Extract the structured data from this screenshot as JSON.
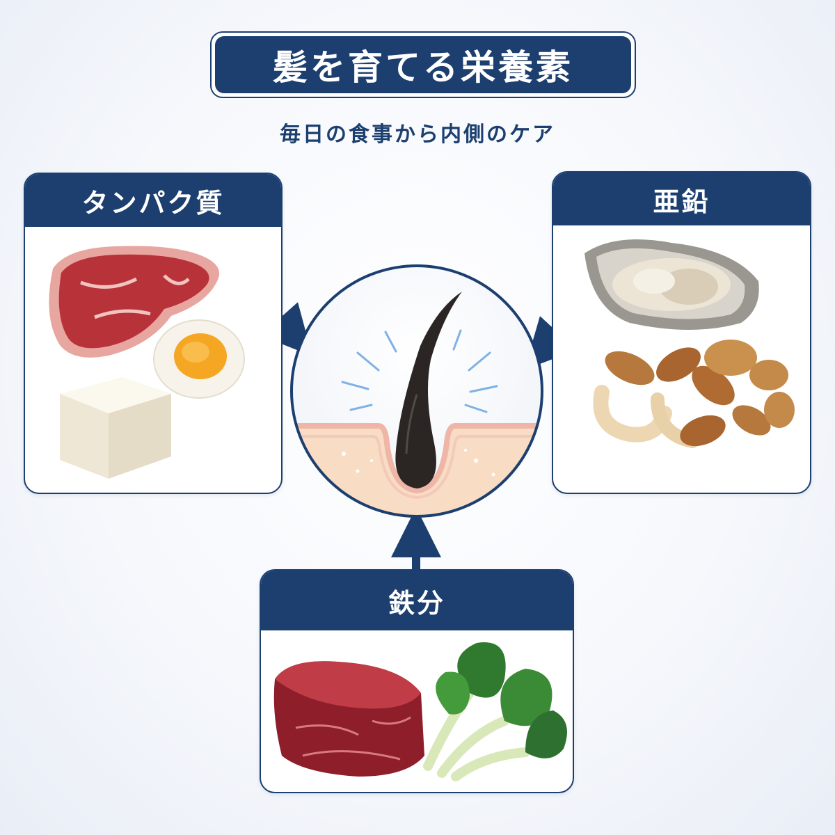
{
  "title": "髪を育てる栄養素",
  "subtitle": "毎日の食事から内側のケア",
  "cards": {
    "protein": {
      "label": "タンパク質",
      "foods": [
        "meat-icon",
        "boiled-egg-icon",
        "tofu-icon"
      ]
    },
    "zinc": {
      "label": "亜鉛",
      "foods": [
        "oyster-icon",
        "nuts-icon"
      ]
    },
    "iron": {
      "label": "鉄分",
      "foods": [
        "red-meat-icon",
        "spinach-icon"
      ]
    }
  },
  "colors": {
    "navy": "#1c3f70",
    "skin": "#f8dcc4",
    "hair": "#2b2623"
  }
}
